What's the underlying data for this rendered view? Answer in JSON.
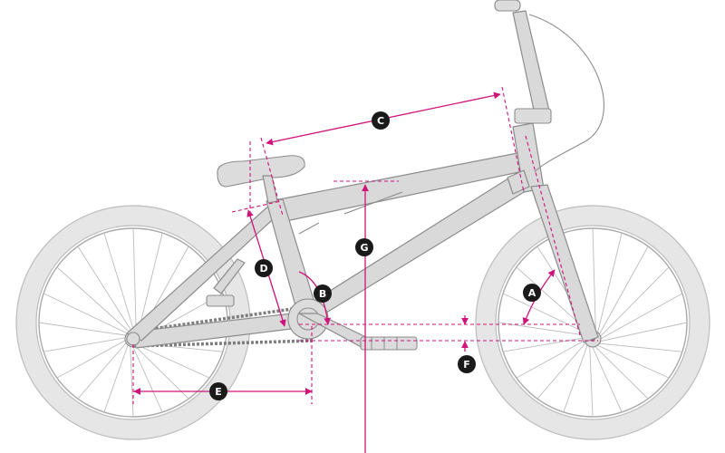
{
  "colors": {
    "dimension_line": "#d0137a",
    "frame_fill": "#d9d9d9",
    "frame_outline": "#8c8c8c",
    "marker_fill": "#1a1a1a",
    "marker_text": "#ffffff"
  },
  "markers": {
    "a": "A",
    "b": "B",
    "c": "C",
    "d": "D",
    "e": "E",
    "f": "F",
    "g": "G"
  }
}
